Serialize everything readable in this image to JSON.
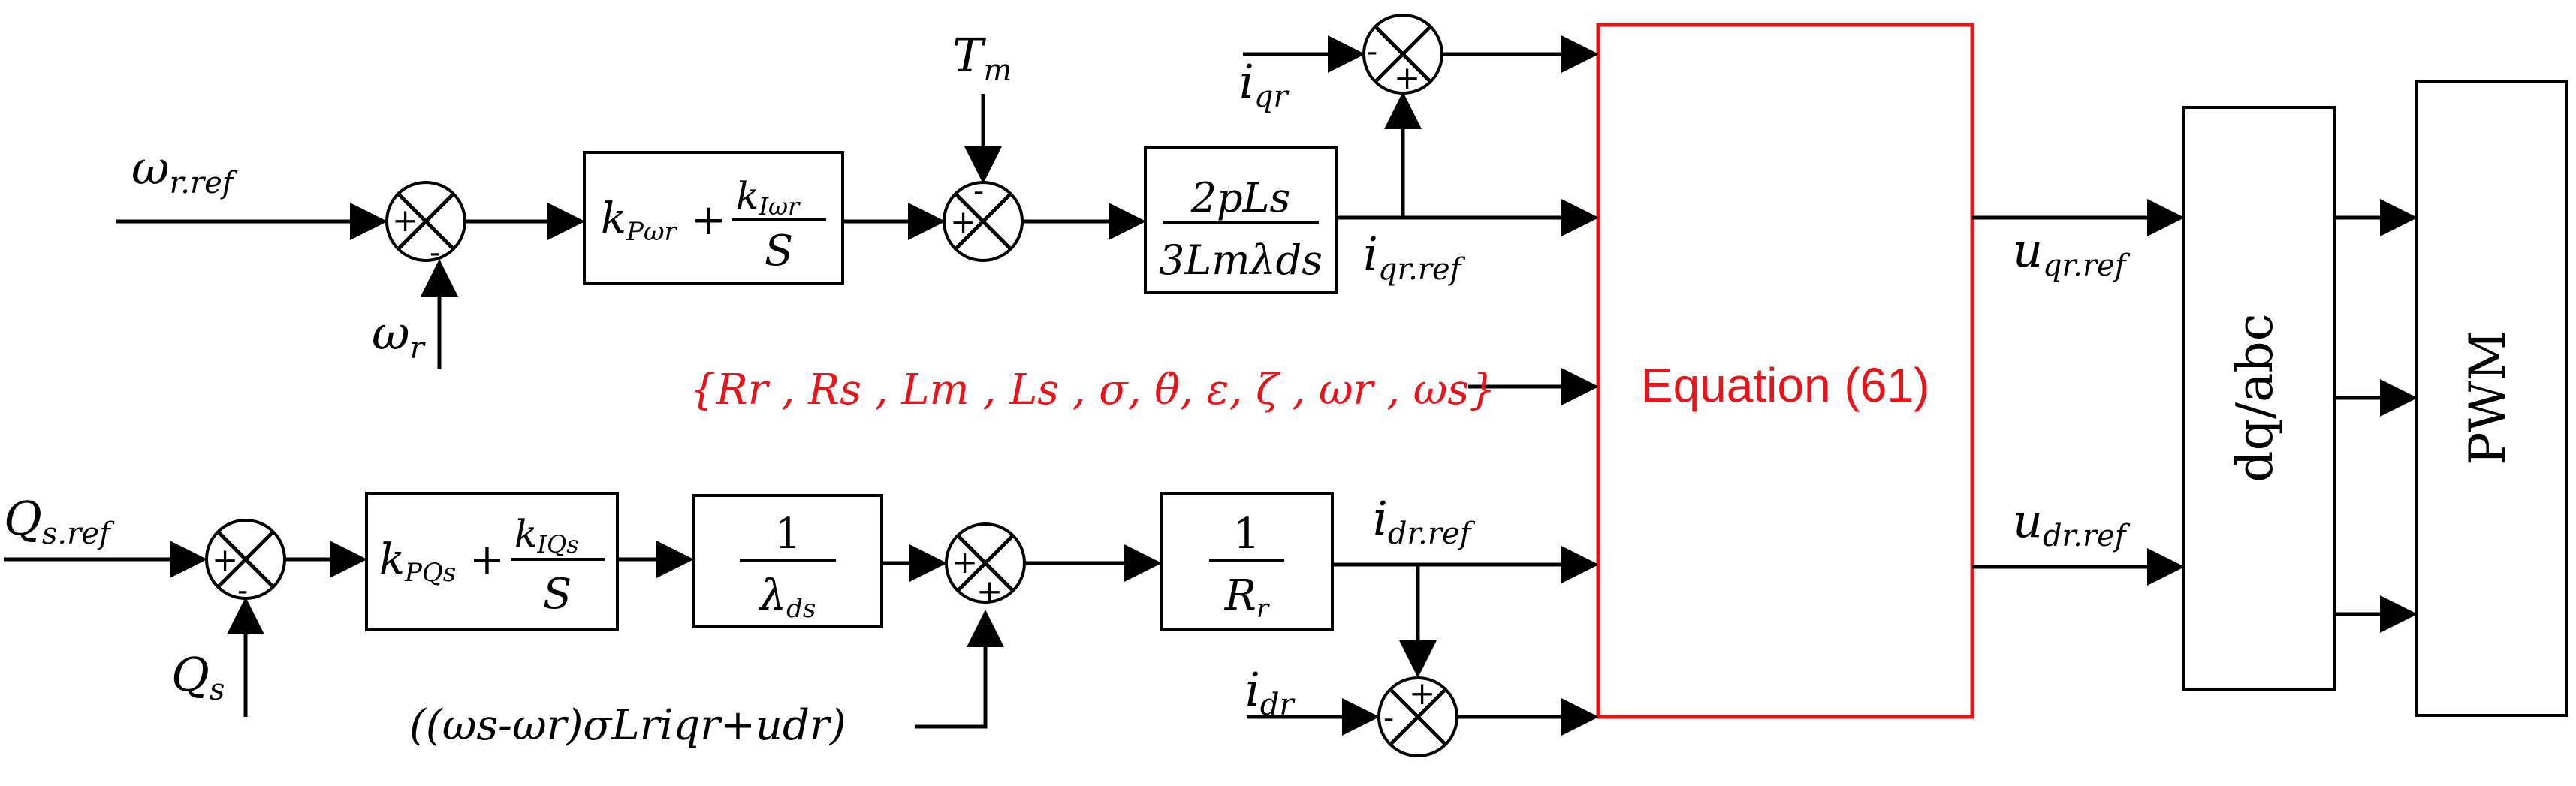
{
  "signals": {
    "w_ref": "ω",
    "w_ref_sub": "r.ref",
    "w_r": "ω",
    "w_r_sub": "r",
    "t_m": "T",
    "t_m_sub": "m",
    "i_qr_in": "i",
    "i_qr_in_sub": "qr",
    "i_qr_ref": "i",
    "i_qr_ref_sub": "qr.ref",
    "u_qr_ref": "u",
    "u_qr_ref_sub": "qr.ref",
    "q_ref": "Q",
    "q_ref_sub": "s.ref",
    "q_s": "Q",
    "q_s_sub": "s",
    "i_dr_ref": "i",
    "i_dr_ref_sub": "dr.ref",
    "i_dr_in": "i",
    "i_dr_in_sub": "dr",
    "u_dr_ref": "u",
    "u_dr_ref_sub": "dr.ref",
    "feedforward": "((ωs-ωr)σLriqr+udr)"
  },
  "blocks": {
    "pi_speed": {
      "kp": "k",
      "kp_sub": "Pωr",
      "plus": "+",
      "ki": "k",
      "ki_sub": "Iωr",
      "den": "S"
    },
    "gain_q": {
      "num": "2pLs",
      "den": "3Lmλds"
    },
    "pi_reactive": {
      "kp": "k",
      "kp_sub": "PQs",
      "plus": "+",
      "ki": "k",
      "ki_sub": "IQs",
      "den": "S"
    },
    "inv_lambda": {
      "num": "1",
      "den": "λ",
      "den_sub": "ds"
    },
    "inv_r": {
      "num": "1",
      "den": "R",
      "den_sub": "r"
    },
    "equation": "Equation (61)",
    "dq_abc": "dq/abc",
    "pwm": "PWM"
  },
  "params": "{Rr , Rs , Lm , Ls , σ, θ̇, ε, ζ , ωr , ωs}",
  "signs": {
    "s1_plus": "+",
    "s1_minus": "-",
    "s2_minus": "-",
    "s2_plus": "+",
    "s3_minus": "-",
    "s3_plus": "+",
    "s4_plus": "+",
    "s4_minus": "-",
    "s5_plus": "+",
    "s5_plus2": "+",
    "s6_plus": "+",
    "s6_minus": "-"
  },
  "colors": {
    "line": "#000000",
    "equation": "#e8141b"
  }
}
